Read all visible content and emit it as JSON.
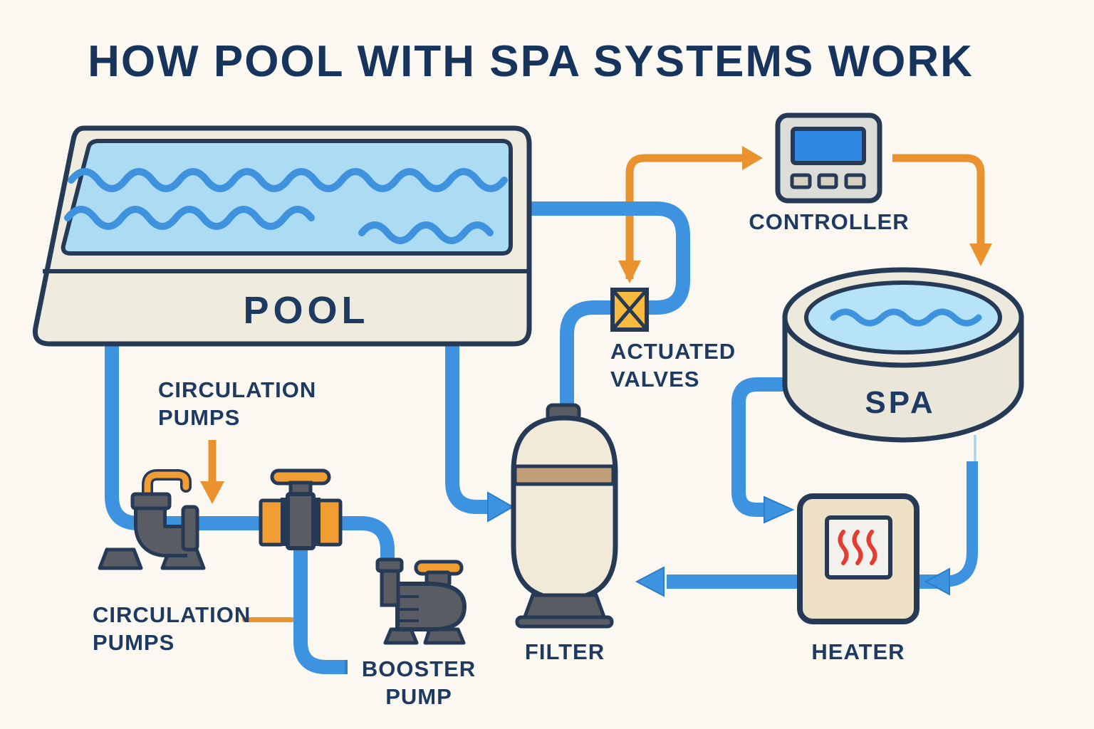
{
  "title": "HOW POOL WITH SPA SYSTEMS WORK",
  "components": {
    "pool": "POOL",
    "controller": "CONTROLLER",
    "actuated_valves": "ACTUATED\nVALVES",
    "spa": "SPA",
    "filter": "FILTER",
    "heater": "HEATER",
    "circulation_pumps_top": "CIRCULATION\nPUMPS",
    "circulation_pumps_bottom": "CIRCULATION\nPUMPS",
    "booster_pump": "BOOSTER\nPUMP"
  },
  "colors": {
    "background": "#faf8f1",
    "text_navy": "#1e3a60",
    "outline_navy": "#263a55",
    "pipe_blue": "#3e93e0",
    "pipe_blue_dark": "#2b7dc9",
    "thin_pipe_blue": "#9fd0f0",
    "water_blue": "#abdcf3",
    "spa_water_blue": "#b7e3f8",
    "wave_blue": "#3f93de",
    "signal_orange": "#e9922e",
    "valve_yellow": "#f8ba3e",
    "handle_orange": "#f09d33",
    "pool_cream": "#efebdf",
    "filter_cream": "#f2ead9",
    "filter_band_brown": "#bf9f7a",
    "heater_tan": "#eee0c4",
    "heat_red": "#e33d31",
    "device_gray": "#595d63",
    "controller_gray": "#dcdcd8",
    "screen_blue": "#2e87e2"
  }
}
